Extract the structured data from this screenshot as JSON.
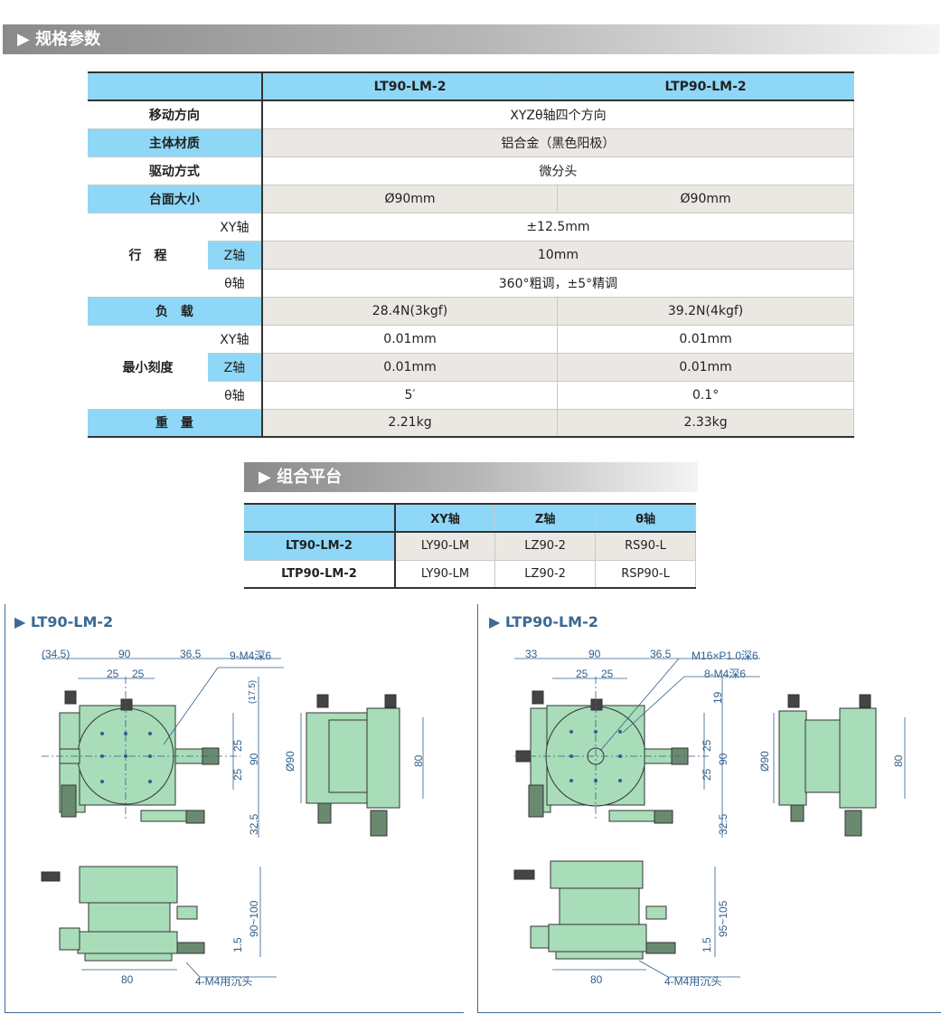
{
  "section1": {
    "title": "▶ 规格参数"
  },
  "spec": {
    "models": [
      "LT90-LM-2",
      "LTP90-LM-2"
    ],
    "rows": {
      "direction": {
        "label": "移动方向",
        "value": "XYZθ轴四个方向"
      },
      "material": {
        "label": "主体材质",
        "value": "铝合金（黑色阳极）"
      },
      "drive": {
        "label": "驱动方式",
        "value": "微分头"
      },
      "table_size": {
        "label": "台面大小",
        "values": [
          "Ø90mm",
          "Ø90mm"
        ]
      },
      "travel": {
        "label": "行　程",
        "xy_label": "XY轴",
        "xy": "±12.5mm",
        "z_label": "Z轴",
        "z": "10mm",
        "t_label": "θ轴",
        "t": "360°粗调，±5°精调"
      },
      "load": {
        "label": "负　载",
        "values": [
          "28.4N(3kgf)",
          "39.2N(4kgf)"
        ]
      },
      "resolution": {
        "label": "最小刻度",
        "xy_label": "XY轴",
        "xy": [
          "0.01mm",
          "0.01mm"
        ],
        "z_label": "Z轴",
        "z": [
          "0.01mm",
          "0.01mm"
        ],
        "t_label": "θ轴",
        "t": [
          "5′",
          "0.1°"
        ]
      },
      "weight": {
        "label": "重　量",
        "values": [
          "2.21kg",
          "2.33kg"
        ]
      }
    }
  },
  "section2": {
    "title": "▶ 组合平台"
  },
  "combo": {
    "headers": [
      "",
      "XY轴",
      "Z轴",
      "θ轴"
    ],
    "rows": [
      [
        "LT90-LM-2",
        "LY90-LM",
        "LZ90-2",
        "RS90-L"
      ],
      [
        "LTP90-LM-2",
        "LY90-LM",
        "LZ90-2",
        "RSP90-L"
      ]
    ]
  },
  "drawings": [
    {
      "title": "▶ LT90-LM-2",
      "dims": {
        "a": "(34.5)",
        "b": "90",
        "c": "36.5",
        "d": "25",
        "e": "25",
        "note": "9-M4深6",
        "f": "(17.5)",
        "g": "25",
        "h": "25",
        "i": "90",
        "j": "32.5",
        "phi": "Ø90",
        "k": "80",
        "h2": "90~100",
        "l": "1.5",
        "w": "80",
        "note2": "4-M4用沉头"
      }
    },
    {
      "title": "▶ LTP90-LM-2",
      "dims": {
        "a": "33",
        "b": "90",
        "c": "36.5",
        "d": "25",
        "e": "25",
        "note": "M16×P1.0深6",
        "note3": "8-M4深6",
        "f": "19",
        "g": "25",
        "h": "25",
        "i": "90",
        "j": "32.5",
        "phi": "Ø90",
        "k": "80",
        "h2": "95~105",
        "l": "1.5",
        "w": "80",
        "note2": "4-M4用沉头"
      }
    }
  ],
  "colors": {
    "header_blue": "#8fd7f7",
    "row_gray": "#ebe8e3",
    "drawing_green": "#a9dcb9",
    "dim_line": "#2f5f8c"
  }
}
